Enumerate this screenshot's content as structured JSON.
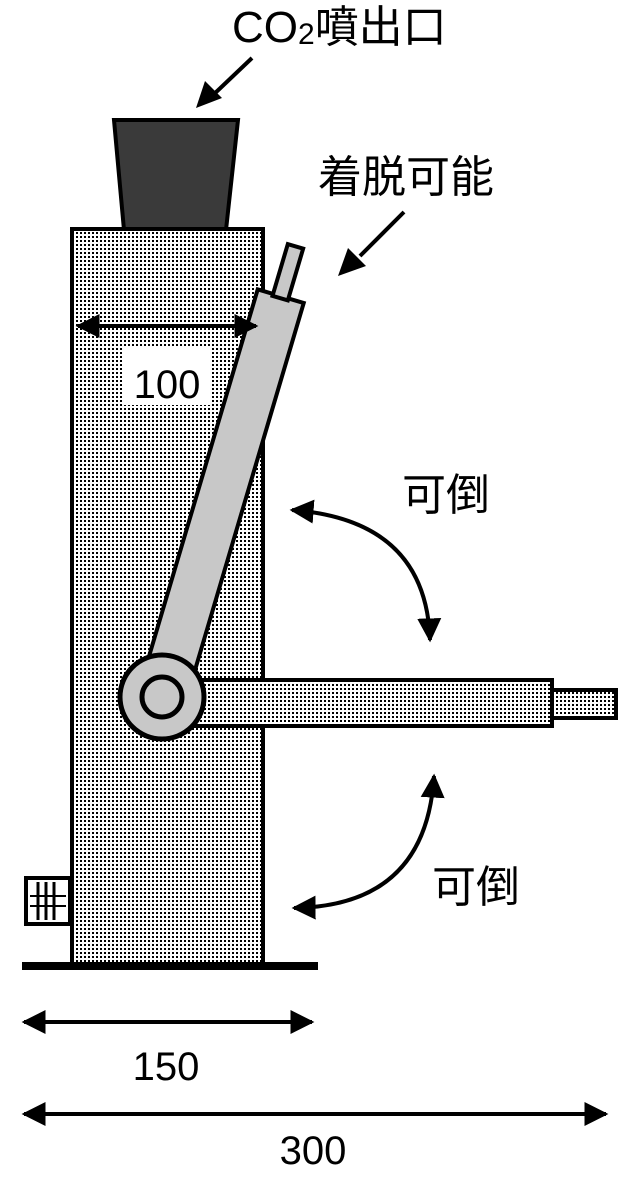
{
  "labels": {
    "co2_prefix": "CO",
    "co2_sub": "2",
    "co2_suffix": "噴出口",
    "detachable": "着脱可能",
    "tilt_upper": "可倒",
    "tilt_lower": "可倒",
    "dim_inner": "100",
    "dim_base": "150",
    "dim_total": "300"
  },
  "colors": {
    "nozzle": "#3a3a3a",
    "arm": "#c8c8c8",
    "stipple": "#000000",
    "background": "#ffffff",
    "stroke": "#000000"
  }
}
